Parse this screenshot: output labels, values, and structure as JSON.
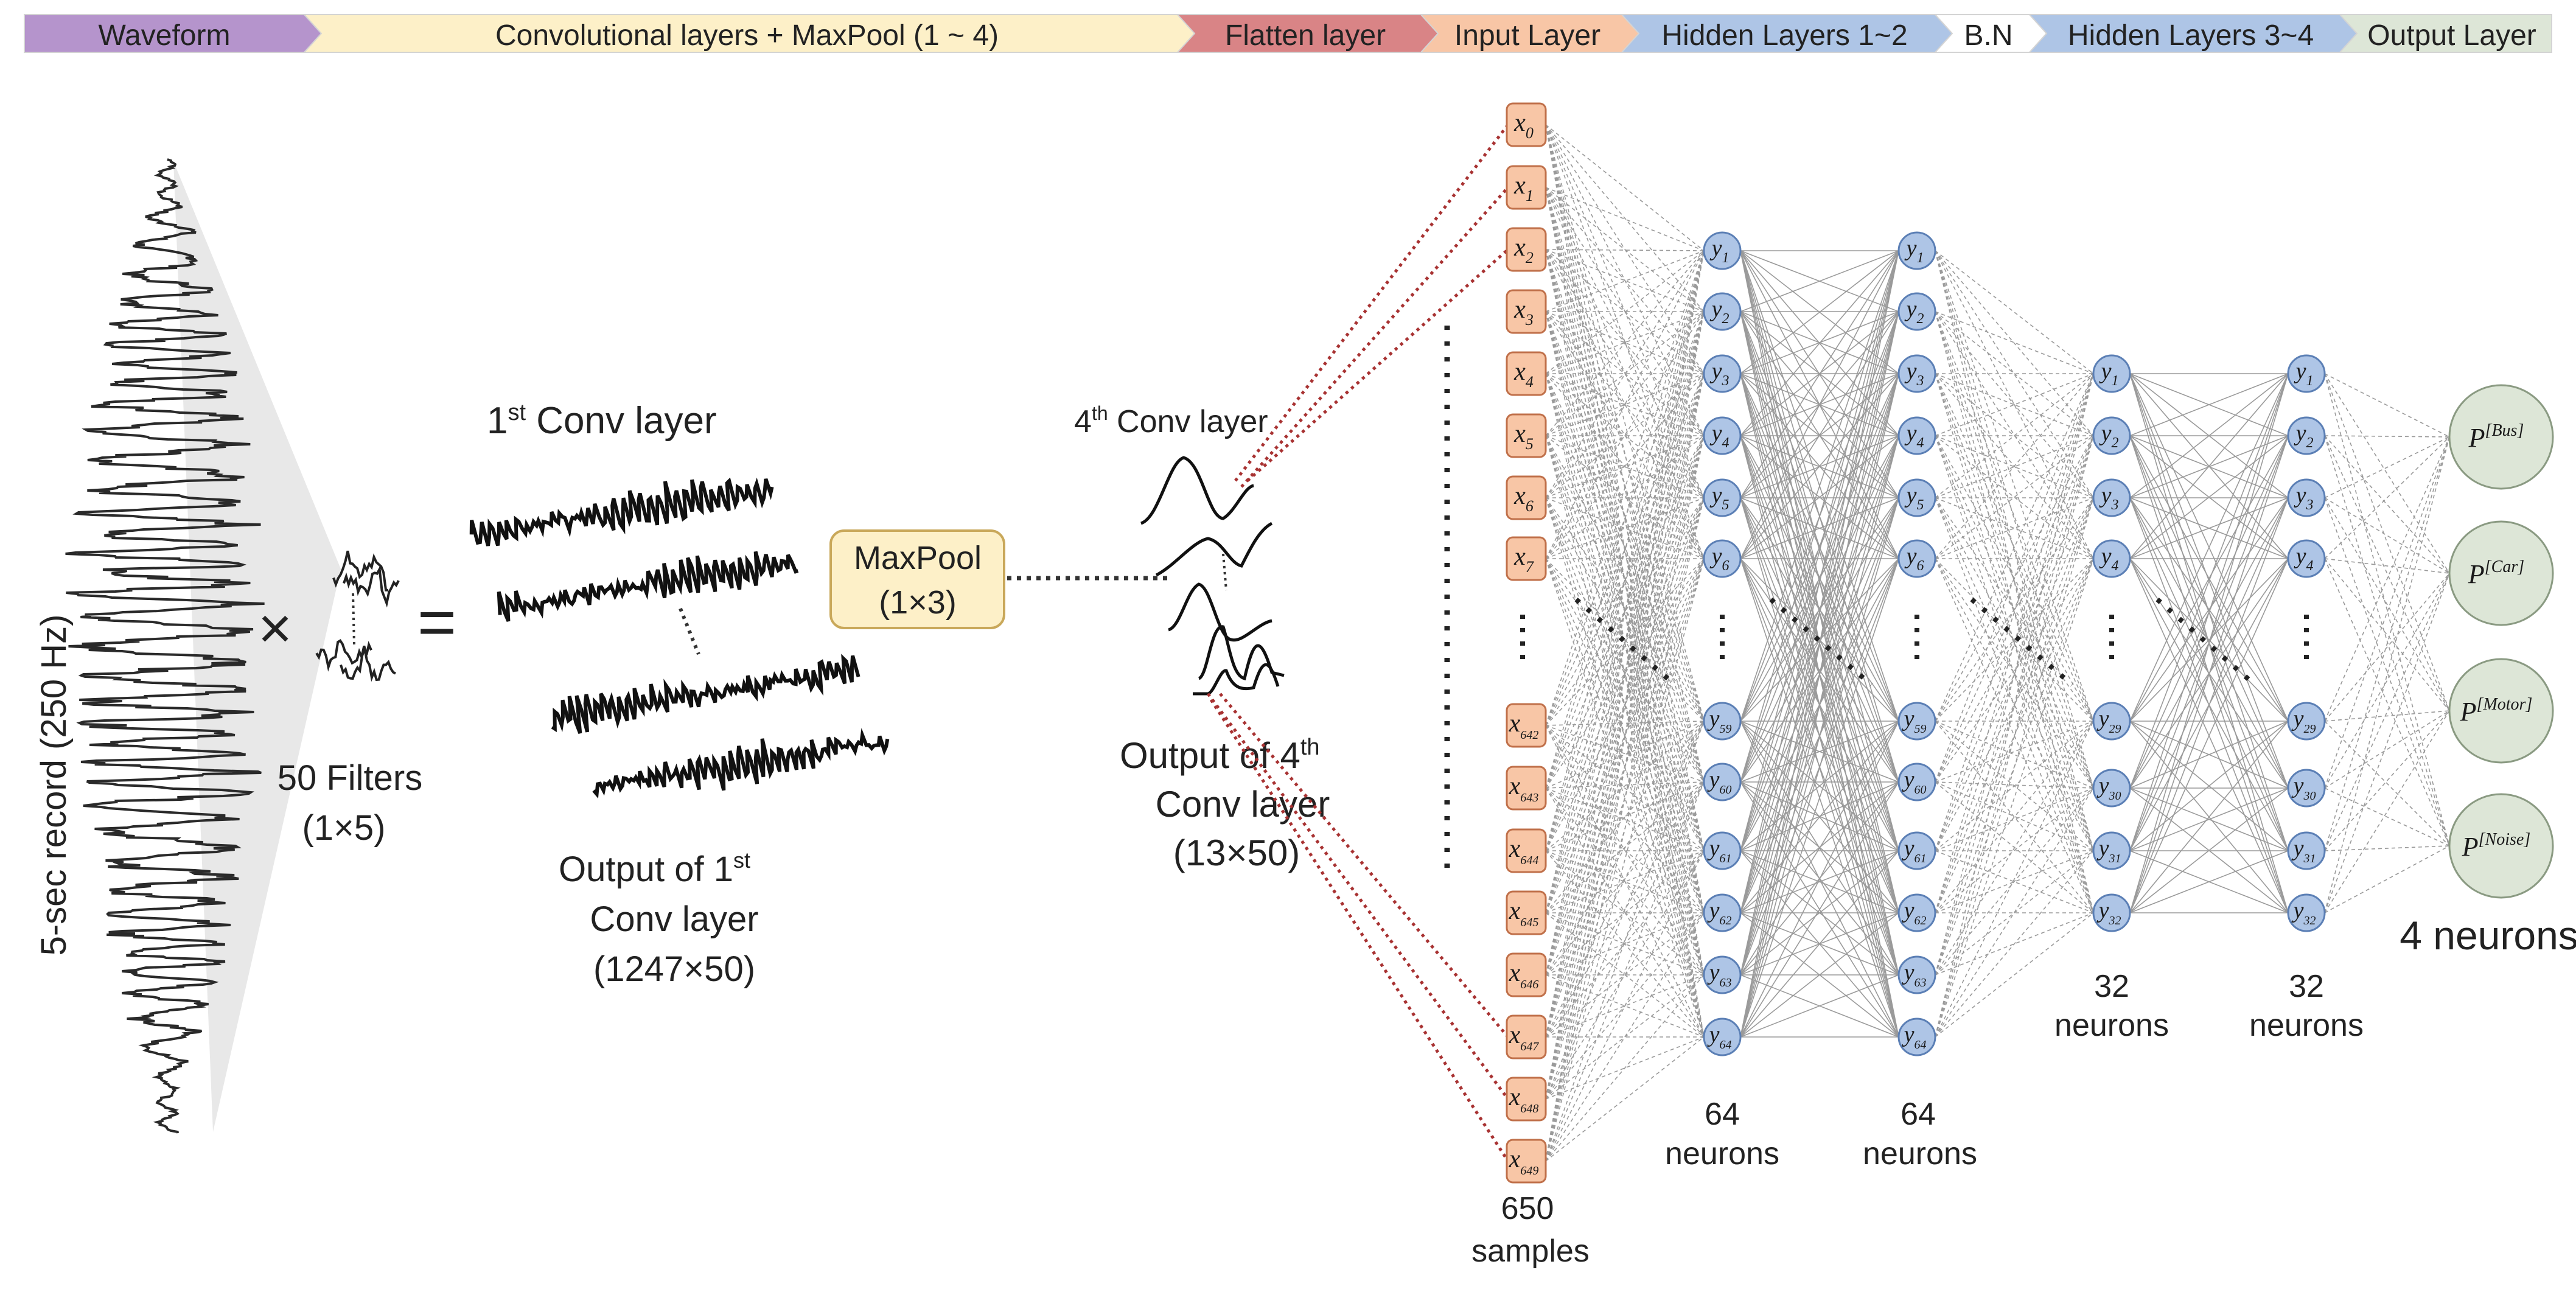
{
  "header": {
    "segments": [
      {
        "label": "Waveform",
        "color": "#b594cc"
      },
      {
        "label": "Convolutional layers + MaxPool (1 ~ 4)",
        "color": "#fdf0c8"
      },
      {
        "label": "Flatten layer",
        "color": "#d98486"
      },
      {
        "label": "Input Layer",
        "color": "#f8c6a6"
      },
      {
        "label": "Hidden Layers 1~2",
        "color": "#aec5e6"
      },
      {
        "label": "B.N",
        "color": "#ffffff"
      },
      {
        "label": "Hidden Layers 3~4",
        "color": "#aec5e6"
      },
      {
        "label": "Output Layer",
        "color": "#dde6d7"
      }
    ]
  },
  "waveform": {
    "label": "5-sec record (250 Hz)"
  },
  "filters": {
    "times": "×",
    "equals": "=",
    "label1": "50 Filters",
    "label2": "(1×5)"
  },
  "conv1": {
    "title_num": "1",
    "title_sup": "st",
    "title_rest": " Conv layer",
    "out1": "Output of  1",
    "out1_sup": "st",
    "out2": "Conv layer",
    "out3": "(1247×50)"
  },
  "maxpool": {
    "line1": "MaxPool",
    "line2": "(1×3)"
  },
  "conv4": {
    "title_num": "4",
    "title_sup": "th",
    "title_rest": " Conv layer",
    "out1": "Output of  4",
    "out1_sup": "th",
    "out2": "Conv layer",
    "out3": "(13×50)"
  },
  "input_layer": {
    "top": [
      "0",
      "1",
      "2",
      "3",
      "4",
      "5",
      "6",
      "7"
    ],
    "bottom": [
      "642",
      "643",
      "644",
      "645",
      "646",
      "647",
      "648",
      "649"
    ],
    "count": "650",
    "unit": "samples"
  },
  "hidden12": {
    "top": [
      "1",
      "2",
      "3",
      "4",
      "5",
      "6"
    ],
    "bottom": [
      "59",
      "60",
      "61",
      "62",
      "63",
      "64"
    ],
    "count": "64",
    "unit": "neurons"
  },
  "hidden34": {
    "top": [
      "1",
      "2",
      "3",
      "4"
    ],
    "bottom": [
      "29",
      "30",
      "31",
      "32"
    ],
    "count": "32",
    "unit": "neurons"
  },
  "output_layer": {
    "classes": [
      "Bus",
      "Car",
      "Motor",
      "Noise"
    ],
    "label": "4 neurons"
  },
  "colors": {
    "input_node": "#f8c6a6",
    "input_stroke": "#c0704a",
    "hidden_node": "#aec5e6",
    "hidden_stroke": "#5b7fb5",
    "output_node": "#dde6d7",
    "output_stroke": "#8a9a82",
    "red_dotted": "#a83232",
    "maxpool_fill": "#fdf0c8",
    "maxpool_stroke": "#c9a85a"
  }
}
